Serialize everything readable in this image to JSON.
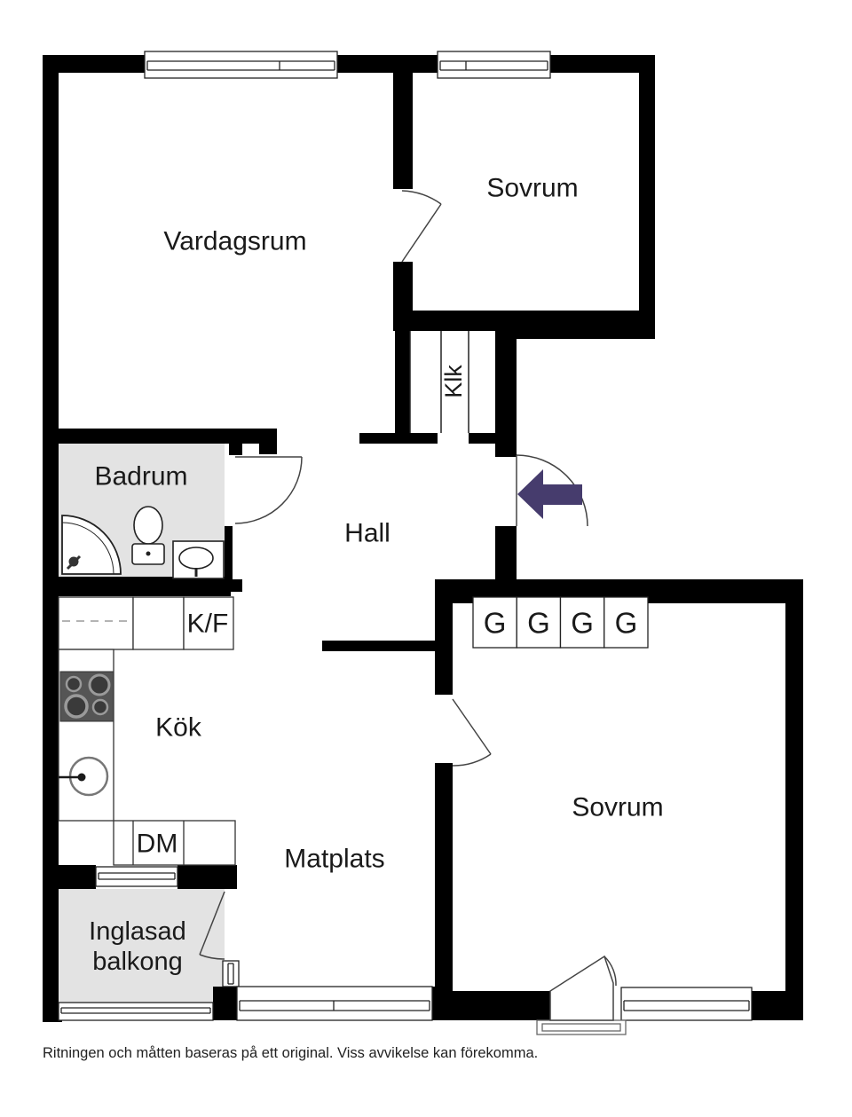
{
  "plan": {
    "rooms": {
      "vardagsrum": "Vardagsrum",
      "sovrum_top": "Sovrum",
      "klk": "Klk",
      "hall": "Hall",
      "badrum": "Badrum",
      "kok": "Kök",
      "matplats": "Matplats",
      "sovrum_bottom": "Sovrum",
      "balkong_line1": "Inglasad",
      "balkong_line2": "balkong"
    },
    "appliances": {
      "fridge_freezer": "K/F",
      "dishwasher": "DM"
    },
    "wardrobes": [
      "G",
      "G",
      "G",
      "G"
    ],
    "disclaimer": "Ritningen och måtten baseras på ett original. Viss avvikelse kan förekomma.",
    "colors": {
      "wall": "#000000",
      "bathroom_fill": "#e3e3e3",
      "balcony_fill": "#e3e3e3",
      "entry_arrow": "#463c6d",
      "background": "#ffffff"
    }
  }
}
